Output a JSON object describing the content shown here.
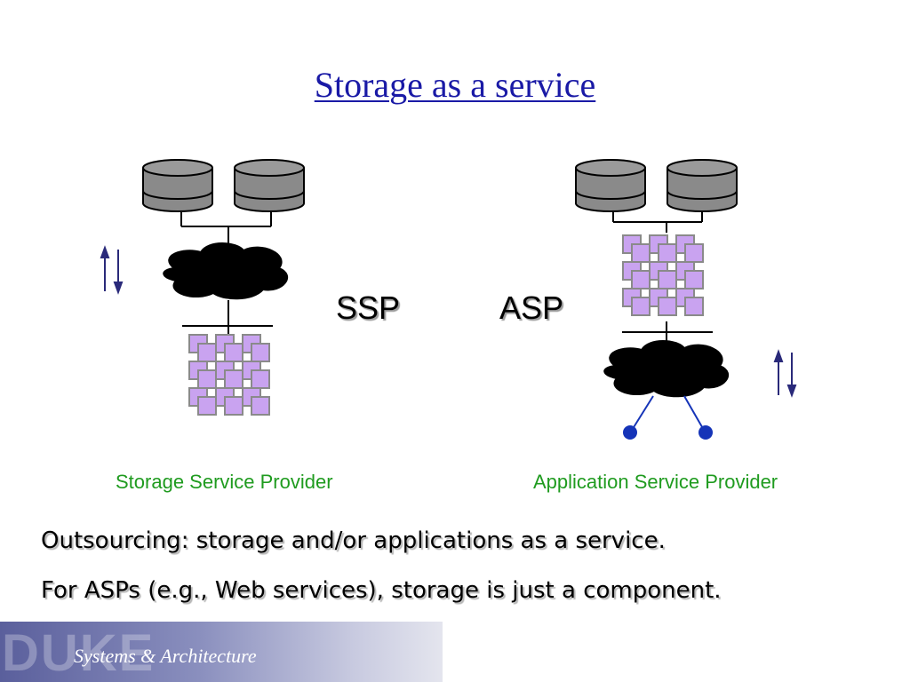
{
  "slide": {
    "title": "Storage as a service"
  },
  "diagram": {
    "ssp_label": "SSP",
    "asp_label": "ASP",
    "ssp_caption": "Storage Service Provider",
    "asp_caption": "Application Service Provider"
  },
  "bullets": [
    "Outsourcing: storage and/or applications as a service.",
    "For ASPs (e.g., Web services), storage is just a component."
  ],
  "footer": {
    "watermark": "DUKE",
    "subtitle": "Systems & Architecture"
  },
  "colors": {
    "title": "#1a1aa6",
    "caption": "#1f9b1f",
    "server_chip": "#c9a3f0",
    "arrow": "#2a2a7a",
    "client_node": "#1534b8"
  }
}
